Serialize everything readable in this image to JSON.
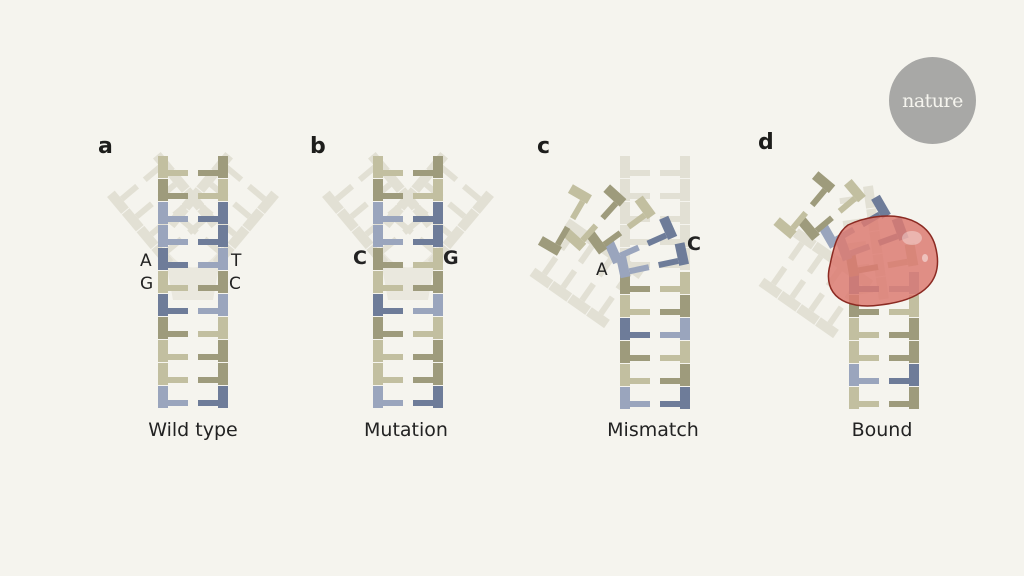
{
  "logo": {
    "text": "nature"
  },
  "colors": {
    "background": "#f5f4ee",
    "light_olive": "#c2bfa0",
    "dark_olive": "#9e9b7c",
    "light_blue": "#9aa5bd",
    "dark_blue": "#6e7c99",
    "ghost": "#e2e0d4",
    "protein_fill": "#dc7b72",
    "protein_edge": "#8b2a22"
  },
  "panels": [
    {
      "letter": "a",
      "caption": "Wild type",
      "left_labels": [
        "A",
        "G"
      ],
      "right_labels": [
        "T",
        "C"
      ],
      "labels_bold": false,
      "rows": [
        [
          "LO",
          "DO"
        ],
        [
          "DO",
          "LO"
        ],
        [
          "LB",
          "DB"
        ],
        [
          "LB",
          "DB"
        ],
        [
          "DB",
          "LB"
        ],
        [
          "LO",
          "DO"
        ],
        [
          "DB",
          "LB"
        ],
        [
          "DO",
          "LO"
        ],
        [
          "LO",
          "DO"
        ],
        [
          "LO",
          "DO"
        ],
        [
          "LB",
          "DB"
        ]
      ],
      "state": "straight"
    },
    {
      "letter": "b",
      "caption": "Mutation",
      "left_labels": [
        "C"
      ],
      "right_labels": [
        "G"
      ],
      "labels_bold": true,
      "rows": [
        [
          "LO",
          "DO"
        ],
        [
          "DO",
          "LO"
        ],
        [
          "LB",
          "DB"
        ],
        [
          "LB",
          "DB"
        ],
        [
          "DO",
          "LO"
        ],
        [
          "LO",
          "DO"
        ],
        [
          "DB",
          "LB"
        ],
        [
          "DO",
          "LO"
        ],
        [
          "LO",
          "DO"
        ],
        [
          "LO",
          "DO"
        ],
        [
          "LB",
          "DB"
        ]
      ],
      "state": "straight"
    },
    {
      "letter": "c",
      "caption": "Mismatch",
      "left_labels": [
        "A"
      ],
      "right_labels": [
        "C"
      ],
      "labels_bold_right": true,
      "rows": [
        [
          "DO",
          "LO"
        ],
        [
          "LO",
          "DO"
        ],
        [
          "DB",
          "LB"
        ],
        [
          "DO",
          "LO"
        ],
        [
          "LO",
          "DO"
        ],
        [
          "LB",
          "DB"
        ],
        [
          "LB",
          "DB"
        ],
        [
          "LB",
          "DB"
        ],
        [
          "DO",
          "LO"
        ],
        [
          "LO",
          "DO"
        ],
        [
          "DO",
          "LO"
        ]
      ],
      "state": "bent"
    },
    {
      "letter": "d",
      "caption": "Bound",
      "rows": [
        [
          "DB",
          "LB"
        ],
        [
          "DO",
          "LO"
        ],
        [
          "LO",
          "DO"
        ],
        [
          "LO",
          "DO"
        ],
        [
          "LB",
          "DB"
        ],
        [
          "LO",
          "DO"
        ],
        [
          "DO",
          "LO"
        ],
        [
          "LB",
          "DB"
        ],
        [
          "LB",
          "DB"
        ],
        [
          "DO",
          "LO"
        ],
        [
          "LO",
          "DO"
        ]
      ],
      "state": "bound"
    }
  ]
}
